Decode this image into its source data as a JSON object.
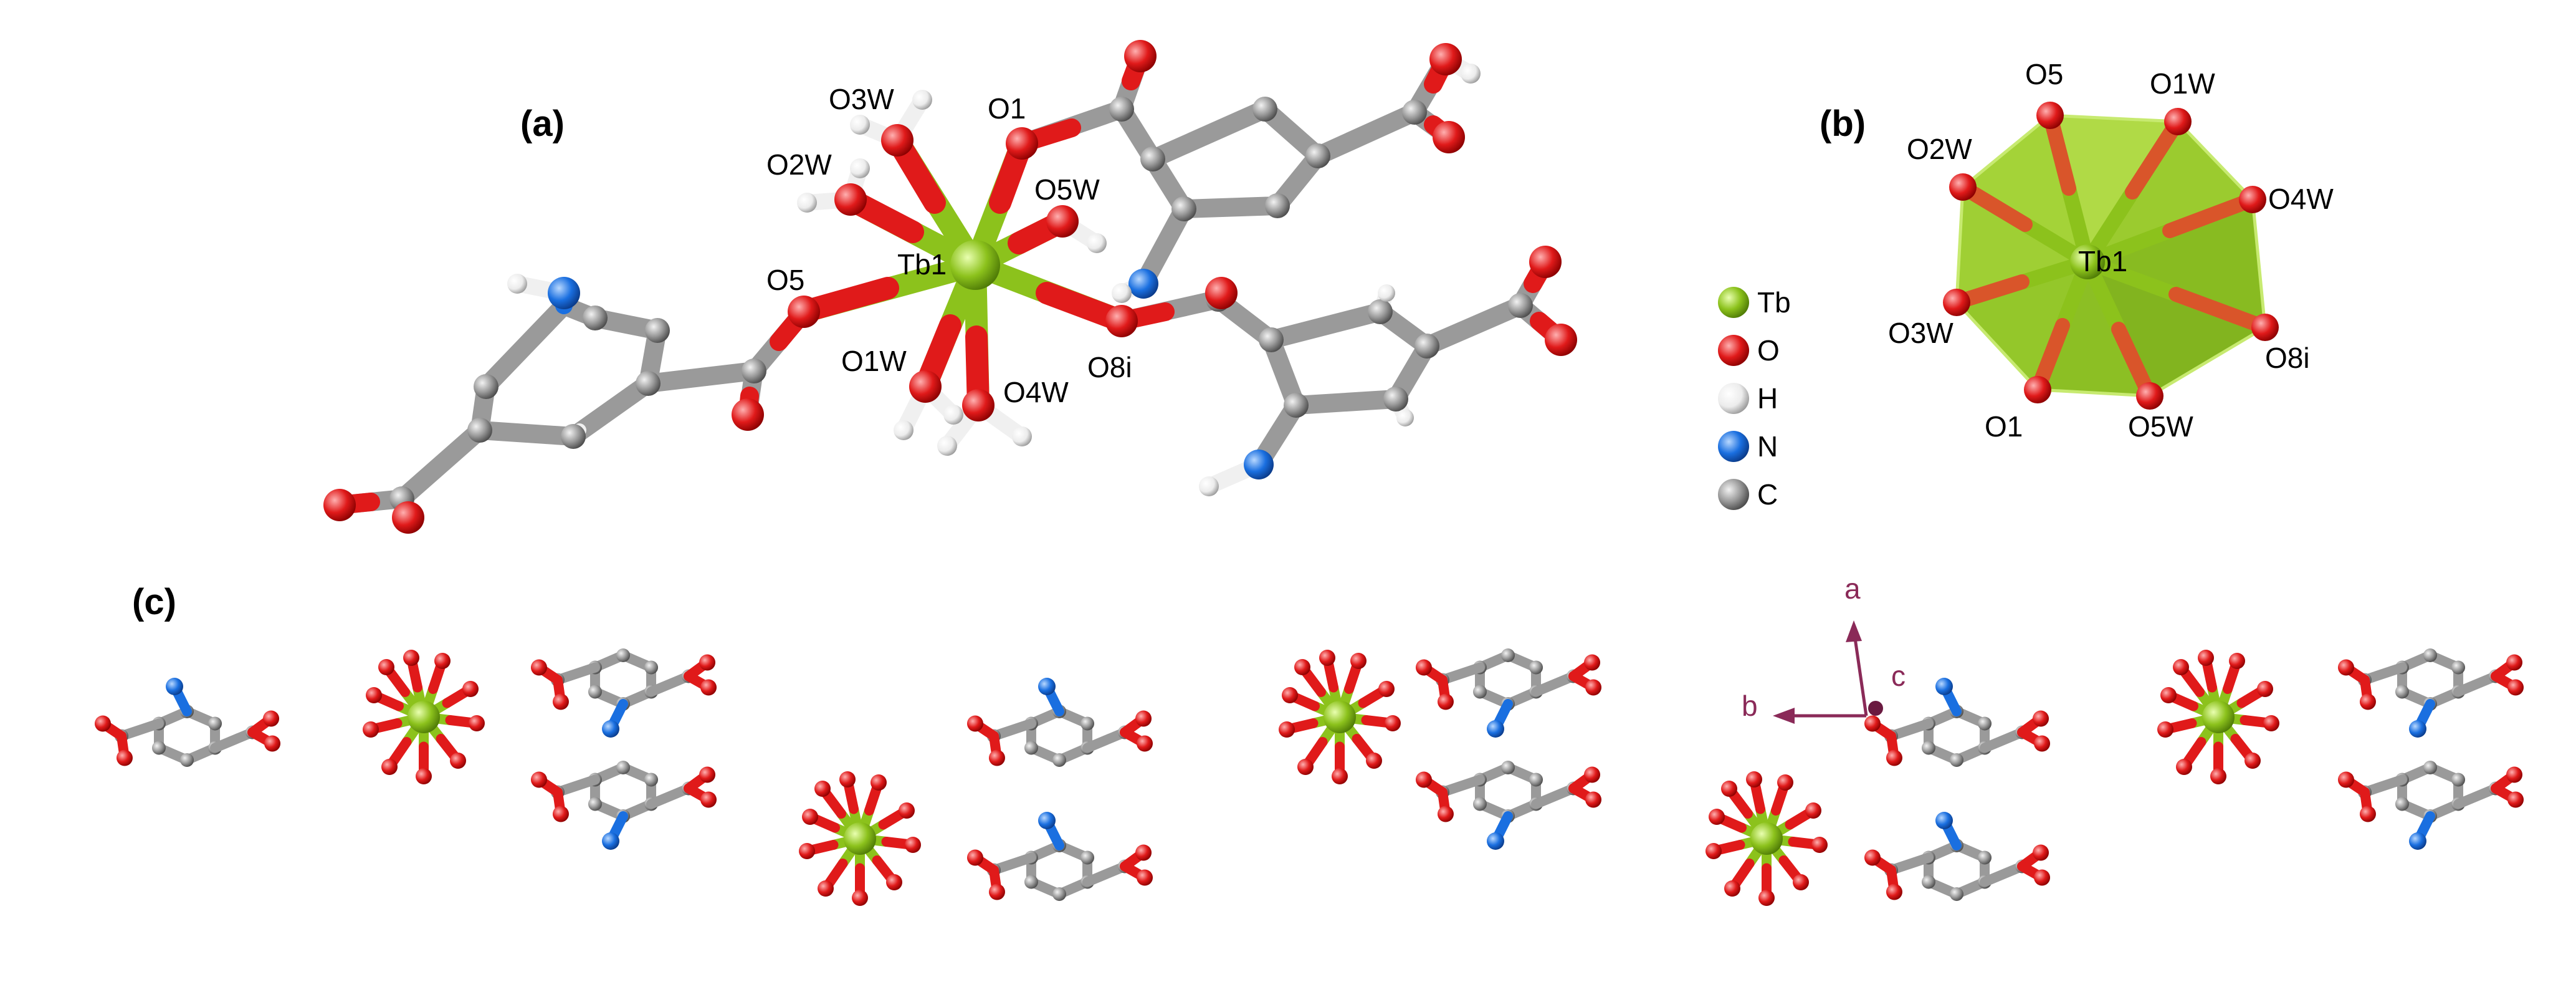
{
  "panels": {
    "a": "(a)",
    "b": "(b)",
    "c": "(c)"
  },
  "atom_labels_a": {
    "O3W": "O3W",
    "O1": "O1",
    "O2W": "O2W",
    "O5W": "O5W",
    "Tb1": "Tb1",
    "O5": "O5",
    "O1W": "O1W",
    "O4W": "O4W",
    "O8i": "O8i"
  },
  "atom_labels_b": {
    "O5": "O5",
    "O1W": "O1W",
    "O2W": "O2W",
    "O4W": "O4W",
    "Tb1": "Tb1",
    "O3W": "O3W",
    "O8i": "O8i",
    "O1": "O1",
    "O5W": "O5W"
  },
  "legend": [
    {
      "label": "Tb",
      "color": "#8cc21c"
    },
    {
      "label": "O",
      "color": "#e01a1a"
    },
    {
      "label": "H",
      "color": "#f0f0f0"
    },
    {
      "label": "N",
      "color": "#1a6fe0"
    },
    {
      "label": "C",
      "color": "#9a9a9a"
    }
  ],
  "axes": {
    "a": "a",
    "b": "b",
    "c": "c"
  },
  "colors": {
    "tb": "#8cc21c",
    "o": "#e01a1a",
    "h": "#f0f0f0",
    "n": "#1a6fe0",
    "c": "#9a9a9a",
    "polyhedron": "#8cc21c",
    "axis": "#8a2a58"
  }
}
